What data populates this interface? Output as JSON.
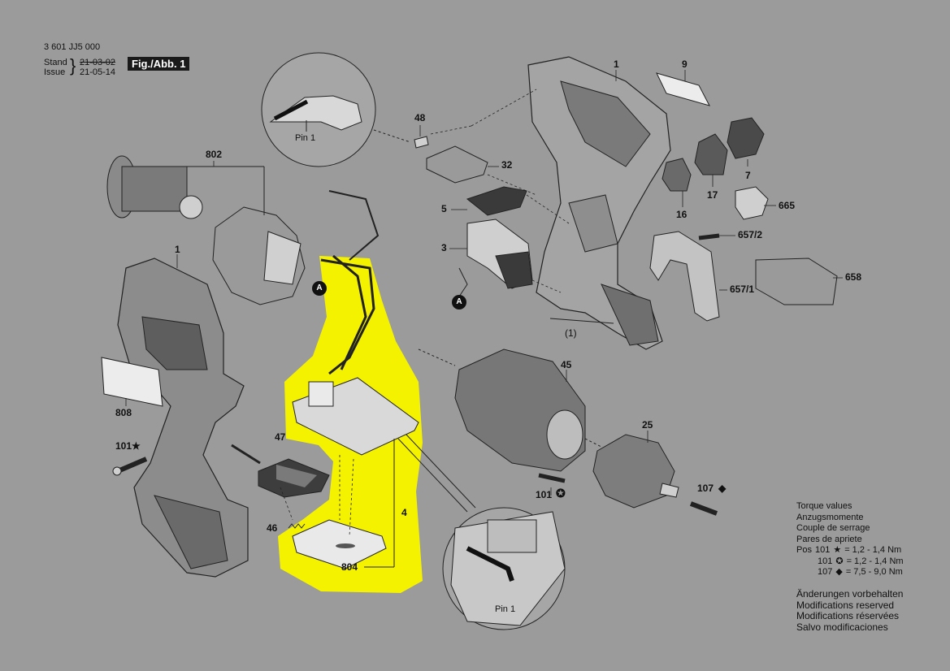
{
  "header": {
    "doc_number": "3 601 JJ5 000",
    "stand_label": "Stand",
    "issue_label": "Issue",
    "old_date": "21-03-02",
    "new_date": "21-05-14",
    "figure_label": "Fig./Abb. 1"
  },
  "callouts": {
    "pin1_top": "Pin 1",
    "pin1_bottom": "Pin 1",
    "marker_a": "A"
  },
  "part_labels": {
    "p802": "802",
    "p1_left": "1",
    "p808": "808",
    "p101_star": "101★",
    "p47": "47",
    "p46": "46",
    "p804": "804",
    "p4": "4",
    "p48": "48",
    "p32": "32",
    "p5": "5",
    "p3": "3",
    "p1_right": "1",
    "p9": "9",
    "p7": "7",
    "p17": "17",
    "p16": "16",
    "p665": "665",
    "p657_2": "657/2",
    "p658": "658",
    "p657_1": "657/1",
    "p1_paren": "(1)",
    "p45": "45",
    "p25": "25",
    "p101_circle": "101",
    "p107": "107"
  },
  "legend": {
    "title_lines": [
      "Torque values",
      "Anzugsmomente",
      "Couple de serrage",
      "Pares de apriete"
    ],
    "pos_label": "Pos",
    "rows": [
      {
        "pos": "101",
        "symbol": "★",
        "value": "= 1,2 - 1,4 Nm"
      },
      {
        "pos": "101",
        "symbol": "✪",
        "value": "= 1,2 - 1,4 Nm"
      },
      {
        "pos": "107",
        "symbol": "◆",
        "value": "= 7,5 - 9,0 Nm"
      }
    ]
  },
  "notes": [
    "Änderungen vorbehalten",
    "Modifications reserved",
    "Modifications réservées",
    "Salvo modificaciones"
  ],
  "colors": {
    "background": "#9b9b9b",
    "highlight": "#f5f200",
    "ink": "#111111"
  }
}
